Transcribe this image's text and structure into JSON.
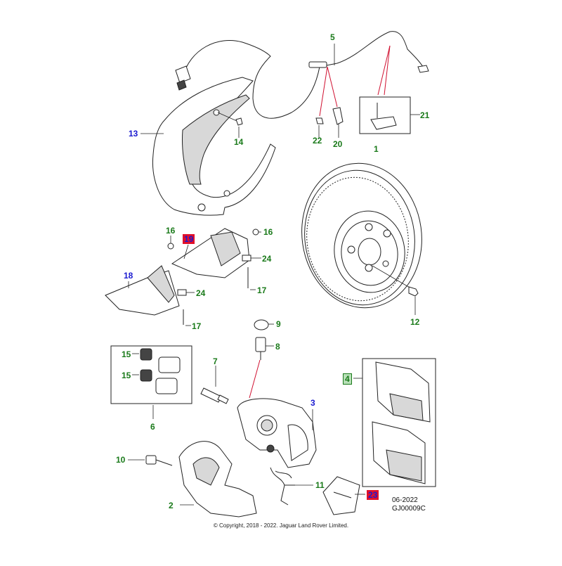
{
  "diagram": {
    "callouts": [
      {
        "id": "c1",
        "text": "1",
        "style": "green"
      },
      {
        "id": "c2",
        "text": "2",
        "style": "green"
      },
      {
        "id": "c3",
        "text": "3",
        "style": "blue"
      },
      {
        "id": "c4",
        "text": "4",
        "style": "boxed"
      },
      {
        "id": "c5",
        "text": "5",
        "style": "green"
      },
      {
        "id": "c6",
        "text": "6",
        "style": "green"
      },
      {
        "id": "c7",
        "text": "7",
        "style": "green"
      },
      {
        "id": "c8",
        "text": "8",
        "style": "green"
      },
      {
        "id": "c9",
        "text": "9",
        "style": "green"
      },
      {
        "id": "c10",
        "text": "10",
        "style": "green"
      },
      {
        "id": "c11",
        "text": "11",
        "style": "green"
      },
      {
        "id": "c12",
        "text": "12",
        "style": "green"
      },
      {
        "id": "c13",
        "text": "13",
        "style": "blue"
      },
      {
        "id": "c14",
        "text": "14",
        "style": "green"
      },
      {
        "id": "c15a",
        "text": "15",
        "style": "green"
      },
      {
        "id": "c15b",
        "text": "15",
        "style": "green"
      },
      {
        "id": "c16a",
        "text": "16",
        "style": "green"
      },
      {
        "id": "c16b",
        "text": "16",
        "style": "green"
      },
      {
        "id": "c17a",
        "text": "17",
        "style": "green"
      },
      {
        "id": "c17b",
        "text": "17",
        "style": "green"
      },
      {
        "id": "c18",
        "text": "18",
        "style": "blue"
      },
      {
        "id": "c19",
        "text": "19",
        "style": "highlight"
      },
      {
        "id": "c20",
        "text": "20",
        "style": "green"
      },
      {
        "id": "c21",
        "text": "21",
        "style": "green"
      },
      {
        "id": "c22",
        "text": "22",
        "style": "green"
      },
      {
        "id": "c23",
        "text": "23",
        "style": "highlight"
      },
      {
        "id": "c24a",
        "text": "24",
        "style": "green"
      },
      {
        "id": "c24b",
        "text": "24",
        "style": "green"
      }
    ],
    "date_code": "06-2022",
    "drawing_number": "GJ00009C",
    "copyright": "© Copyright, 2018 - 2022. Jaguar Land Rover Limited."
  }
}
